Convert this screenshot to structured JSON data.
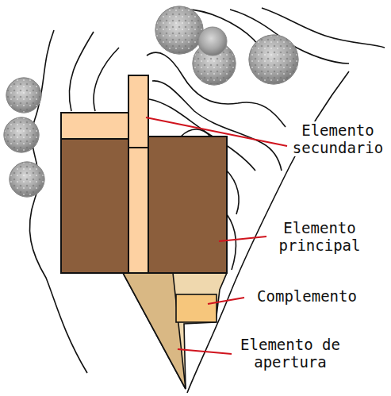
{
  "diagram": {
    "labels": [
      "Elemento secundario",
      "Elemento principal",
      "Complemento",
      "Elemento de apertura"
    ]
  }
}
